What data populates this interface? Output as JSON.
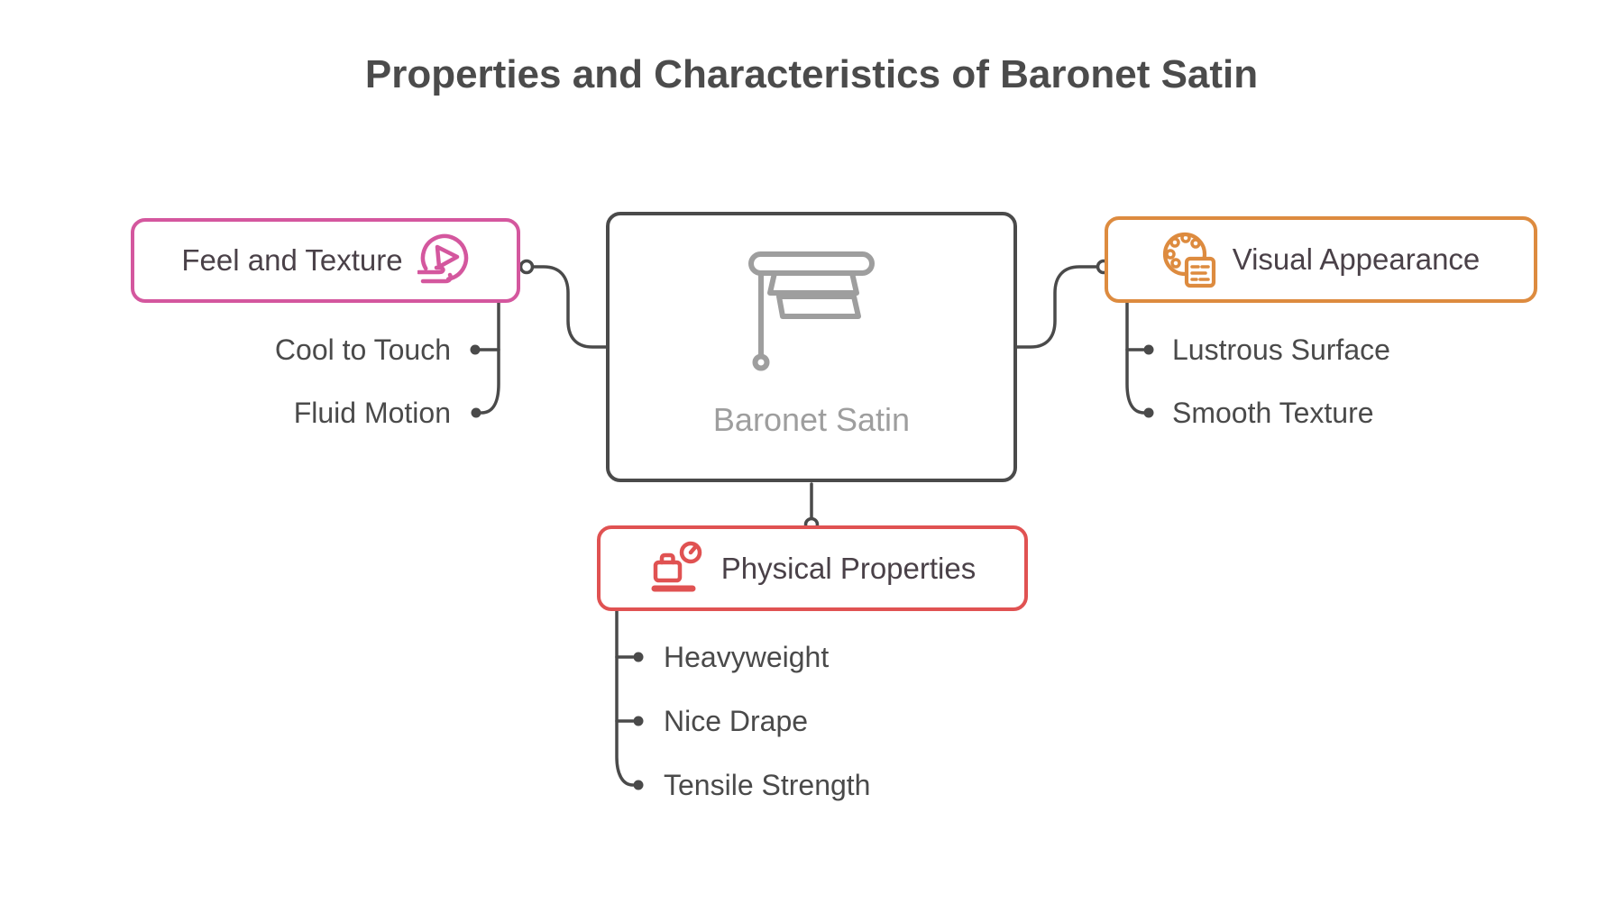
{
  "title": "Properties and Characteristics of Baronet Satin",
  "center": {
    "label": "Baronet Satin",
    "icon": "window-blind-icon"
  },
  "branches": {
    "feel": {
      "label": "Feel and Texture",
      "icon": "touch-gesture-icon",
      "items": [
        "Cool to Touch",
        "Fluid Motion"
      ]
    },
    "visual": {
      "label": "Visual Appearance",
      "icon": "palette-icon",
      "items": [
        "Lustrous Surface",
        "Smooth Texture"
      ]
    },
    "physical": {
      "label": "Physical Properties",
      "icon": "luggage-scale-icon",
      "items": [
        "Heavyweight",
        "Nice Drape",
        "Tensile Strength"
      ]
    }
  },
  "colors": {
    "feel": "#d4579e",
    "visual": "#dd8b3f",
    "physical": "#e05252",
    "line": "#4a4a4a",
    "title": "#4b4b4b",
    "muted": "#9e9e9e",
    "item": "#4a4a4a"
  }
}
